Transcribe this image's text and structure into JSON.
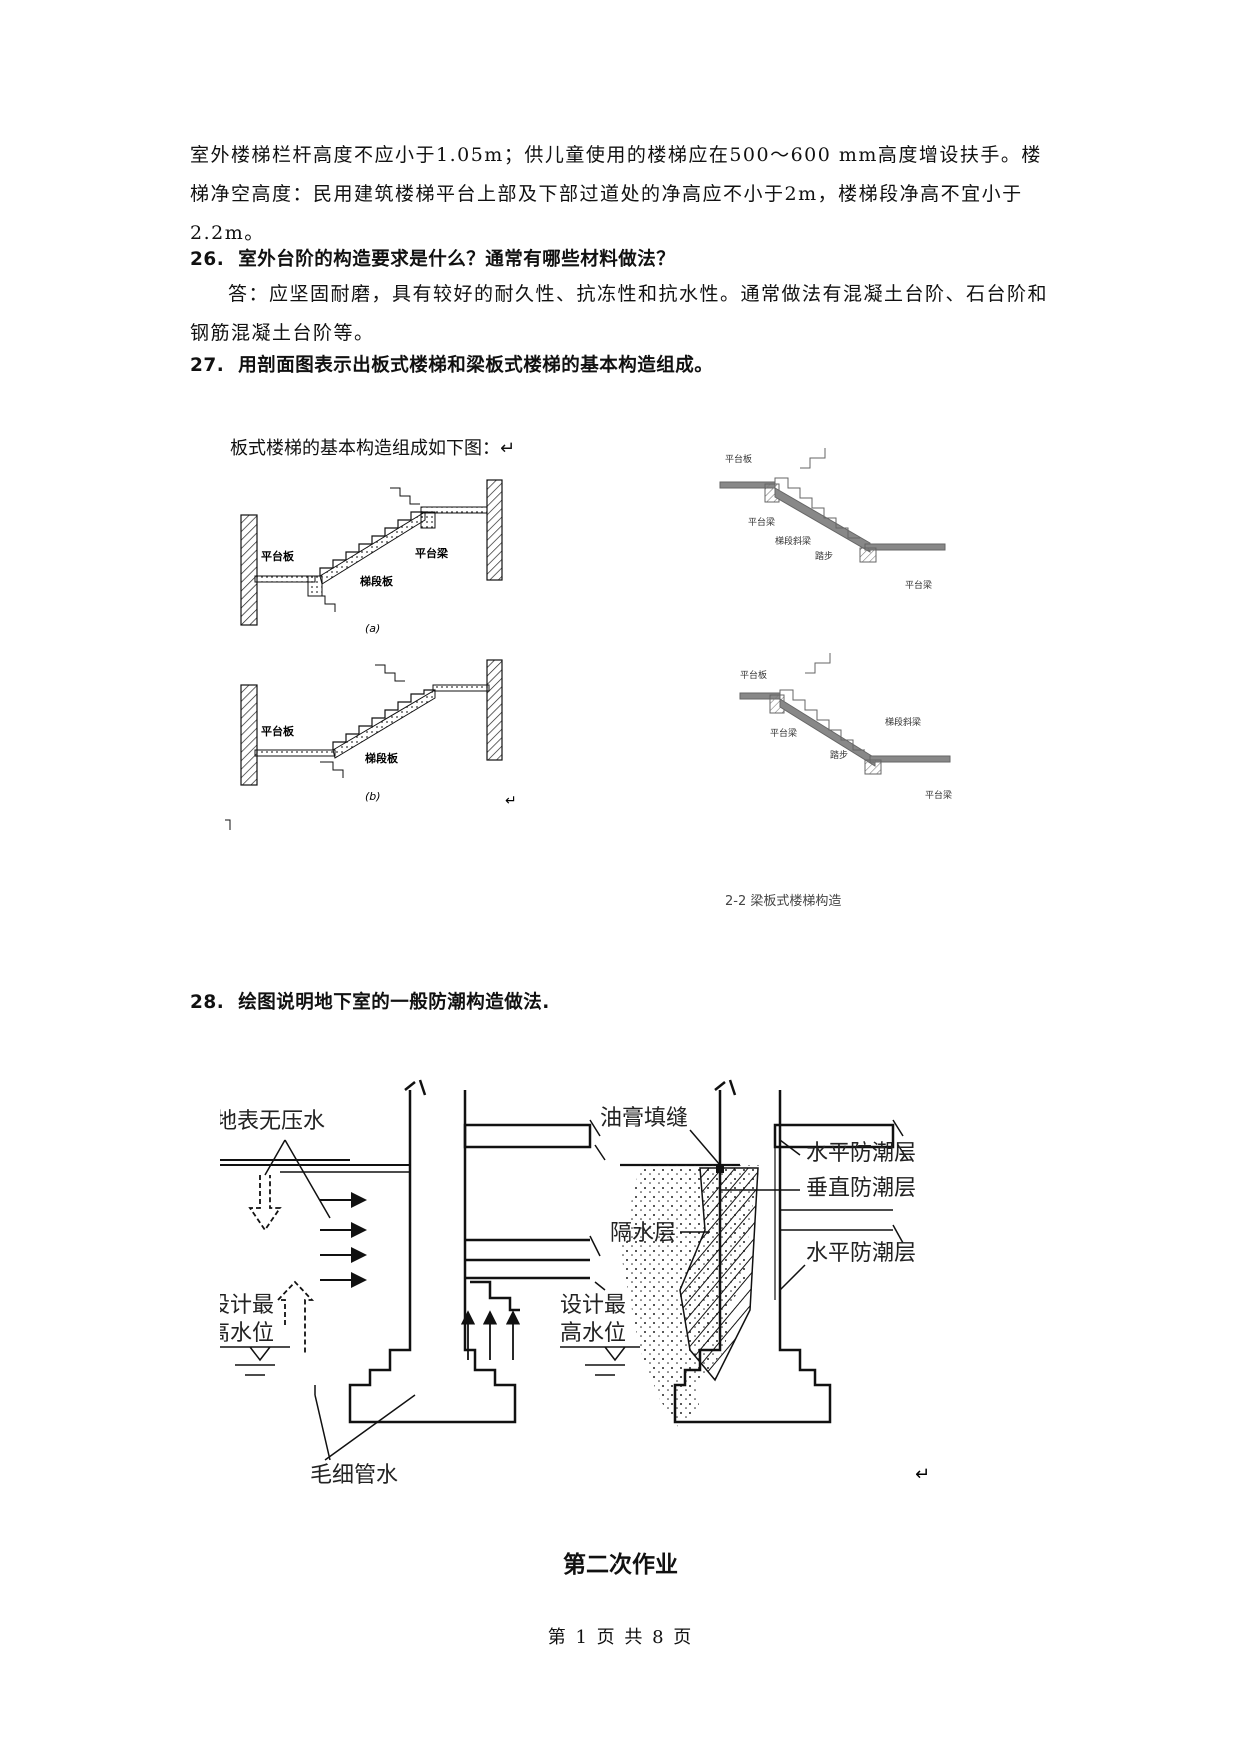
{
  "answer_25_tail": "室外楼梯栏杆高度不应小于1.05m；供儿童使用的楼梯应在500～600 mm高度增设扶手。楼梯净空高度：民用建筑楼梯平台上部及下部过道处的净高应不小于2m，楼梯段净高不宜小于2.2m。",
  "q26": {
    "num": "26.",
    "text": "室外台阶的构造要求是什么？通常有哪些材料做法？"
  },
  "a26": "答：应坚固耐磨，具有较好的耐久性、抗冻性和抗水性。通常做法有混凝土台阶、石台阶和钢筋混凝土台阶等。",
  "q27": {
    "num": "27.",
    "text": "用剖面图表示出板式楼梯和梁板式楼梯的基本构造组成。"
  },
  "fig27_left": {
    "caption": "板式楼梯的基本构造组成如下图：↵",
    "label_platform_slab_a": "平台板",
    "label_platform_beam_a": "平台梁",
    "label_flight_slab_a": "梯段板",
    "sub_a": "(a)",
    "label_platform_slab_b": "平台板",
    "label_flight_slab_b": "梯段板",
    "sub_b": "(b)",
    "mark": "↵"
  },
  "fig27_right": {
    "top_platform_slab": "平台板",
    "top_platform_beam": "平台梁",
    "top_inclined_beam": "梯段斜梁",
    "top_tread": "踏步",
    "top_platform_beam2": "平台梁",
    "bot_platform_slab": "平台板",
    "bot_platform_beam": "平台梁",
    "bot_inclined_beam": "梯段斜梁",
    "bot_tread": "踏步",
    "bot_platform_beam2": "平台梁",
    "caption": "2-2 梁板式楼梯构造"
  },
  "q28": {
    "num": "28.",
    "text": "绘图说明地下室的一般防潮构造做法."
  },
  "fig28": {
    "surface_water": "地表无压水",
    "design_water_left_1": "设计最",
    "design_water_left_2": "高水位",
    "capillary_water": "毛细管水",
    "asphalt_fill": "油膏填缝",
    "horizontal_dpc_top": "水平防潮层",
    "vertical_dpc": "垂直防潮层",
    "water_barrier": "隔水层",
    "horizontal_dpc_bottom": "水平防潮层",
    "design_water_right_1": "设计最",
    "design_water_right_2": "高水位",
    "mark": "↵"
  },
  "section_title": "第二次作业",
  "footer": "第 1 页 共 8 页"
}
